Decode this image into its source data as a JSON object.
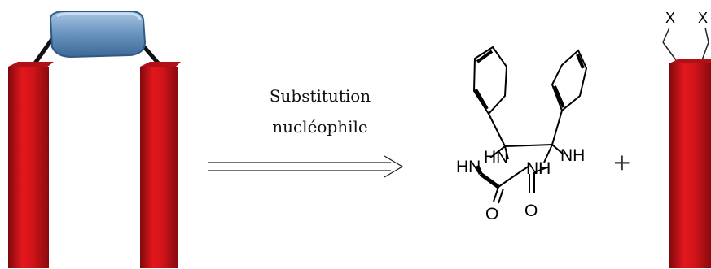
{
  "reaction": {
    "line1": "Substitution",
    "line2": "nucléophile"
  },
  "molecule": {
    "nh_labels": [
      "HN",
      "HN",
      "NH",
      "NH"
    ],
    "o_labels": [
      "O",
      "O"
    ]
  },
  "plus_sign": "+",
  "linker": {
    "x_labels": [
      "X",
      "X"
    ]
  },
  "colors": {
    "pillar_red": "#d4141a",
    "pillar_dark": "#7e0a0d",
    "cap_blue": "#6d98c2",
    "cap_dark": "#2f5a86"
  }
}
